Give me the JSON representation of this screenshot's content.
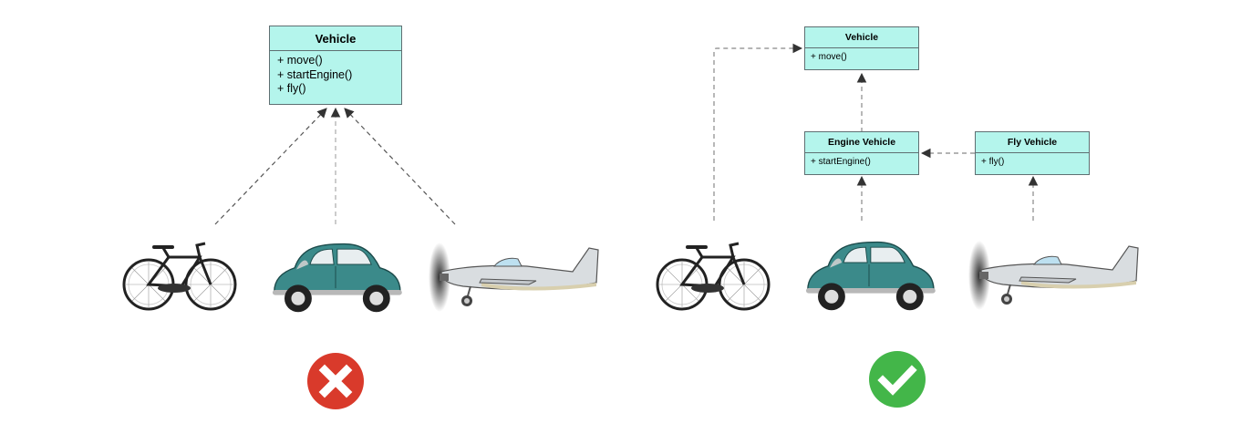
{
  "left_diagram": {
    "vehicle_class": {
      "name": "Vehicle",
      "operations": [
        "+ move()",
        "+ startEngine()",
        "+ fly()"
      ]
    },
    "verdict_icon": "red-x-icon"
  },
  "right_diagram": {
    "vehicle_class": {
      "name": "Vehicle",
      "operations": [
        "+ move()"
      ]
    },
    "engine_vehicle_class": {
      "name": "Engine Vehicle",
      "operations": [
        "+ startEngine()"
      ]
    },
    "fly_vehicle_class": {
      "name": "Fly Vehicle",
      "operations": [
        "+ fly()"
      ]
    },
    "verdict_icon": "green-check-icon"
  },
  "images": [
    "bicycle-icon",
    "car-icon",
    "airplane-icon"
  ],
  "colors": {
    "class_fill": "#b4f5ec",
    "class_border": "#5f6f72",
    "connector": "#888888",
    "error_red": "#d93a2b",
    "success_green": "#43b649",
    "car_teal": "#3b8a8a"
  }
}
